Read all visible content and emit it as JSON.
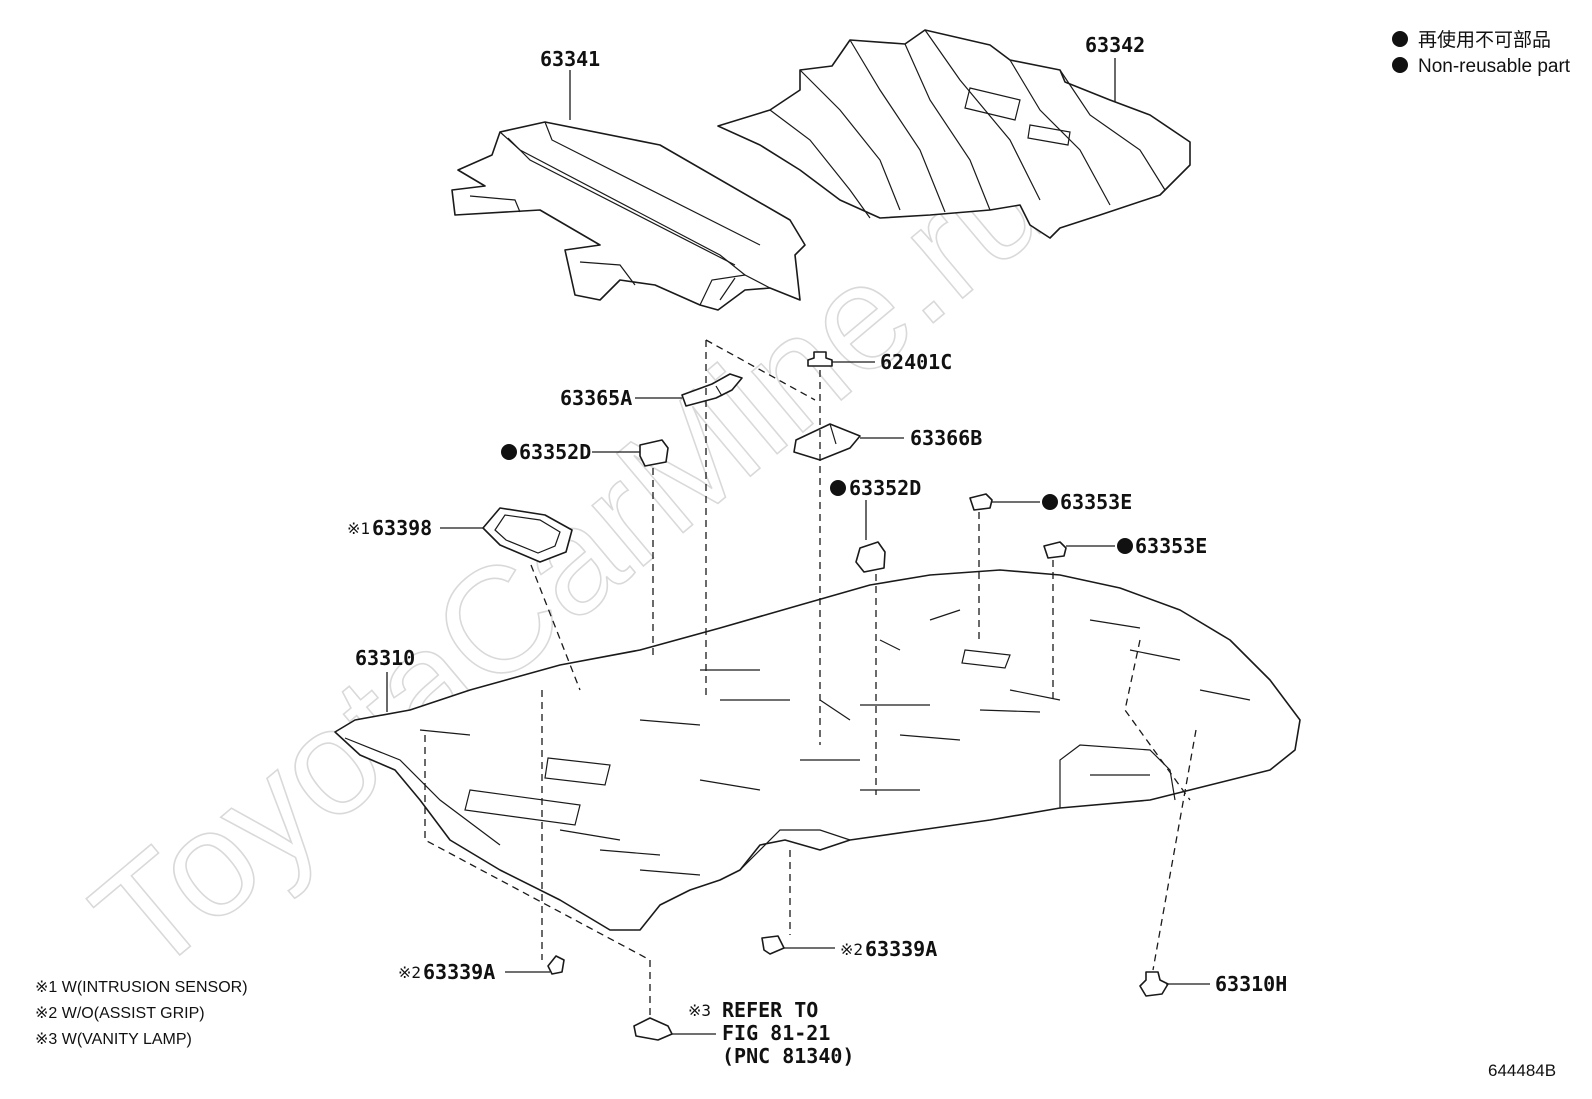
{
  "watermark": "ToyotaCarMine.ru",
  "legend": {
    "japanese": "再使用不可部品",
    "english": "Non-reusable part"
  },
  "labels": {
    "p63341": "63341",
    "p63342": "63342",
    "p62401C": "62401C",
    "p63365A": "63365A",
    "p63366B": "63366B",
    "p63352D_left": "63352D",
    "p63352D_mid": "63352D",
    "p63353E_upper": "63353E",
    "p63353E_lower": "63353E",
    "p63398_mark": "※1",
    "p63398": "63398",
    "p63310": "63310",
    "p63339A_left_mark": "※2",
    "p63339A_left": "63339A",
    "p63339A_right_mark": "※2",
    "p63339A_right": "63339A",
    "p63310H": "63310H",
    "refer_mark": "※3",
    "refer_line1": "REFER TO",
    "refer_line2": "FIG 81-21",
    "refer_line3": "(PNC 81340)"
  },
  "notes": [
    "※1 W(INTRUSION SENSOR)",
    "※2 W/O(ASSIST GRIP)",
    "※3 W(VANITY LAMP)"
  ],
  "figure_id": "644484B"
}
